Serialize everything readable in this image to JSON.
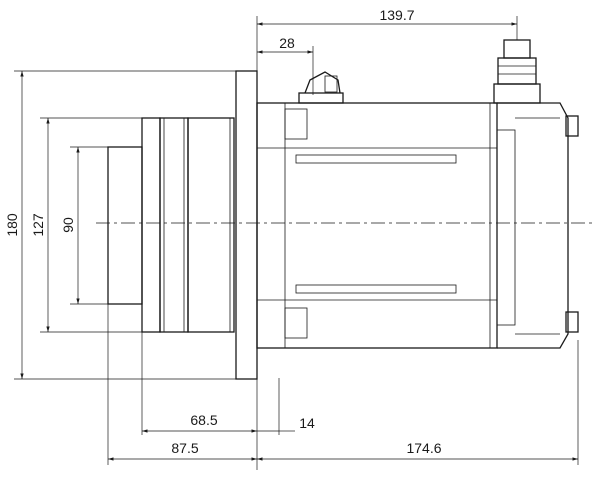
{
  "drawing": {
    "dimensions": {
      "overall_length_motor": "139.7",
      "connector_offset": "28",
      "flange_height": "180",
      "pilot_diameter": "127",
      "shaft_diameter": "90",
      "flange_to_front_a": "68.5",
      "flange_thickness": "14",
      "flange_to_front_b": "87.5",
      "body_length": "174.6"
    }
  }
}
